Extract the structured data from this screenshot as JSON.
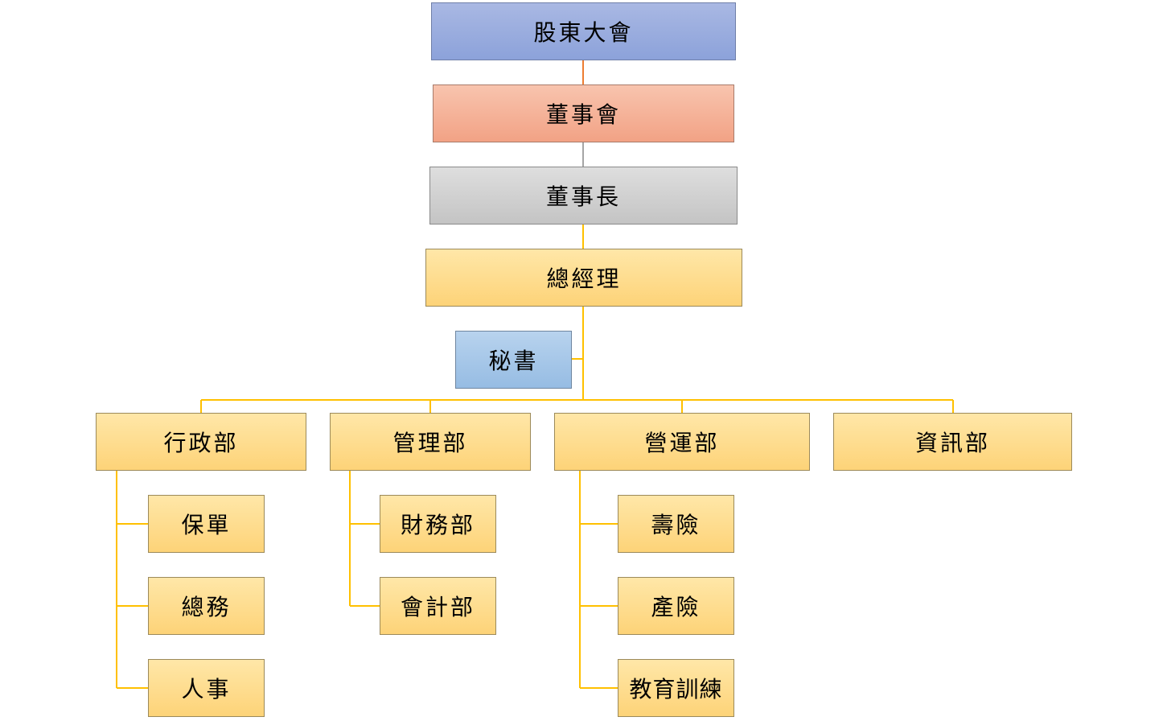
{
  "nodes": {
    "shareholders": "股東大會",
    "board": "董事會",
    "chairman": "董事長",
    "gm": "總經理",
    "secretary": "秘書",
    "admin": "行政部",
    "management": "管理部",
    "operations": "營運部",
    "it": "資訊部",
    "policy": "保單",
    "general_affairs": "總務",
    "hr": "人事",
    "finance": "財務部",
    "accounting": "會計部",
    "life_insurance": "壽險",
    "property_insurance": "產險",
    "training": "教育訓練"
  },
  "colors": {
    "top_connector": "#ed7d31",
    "mid_connector": "#a5a5a5",
    "connector": "#ffc000"
  }
}
